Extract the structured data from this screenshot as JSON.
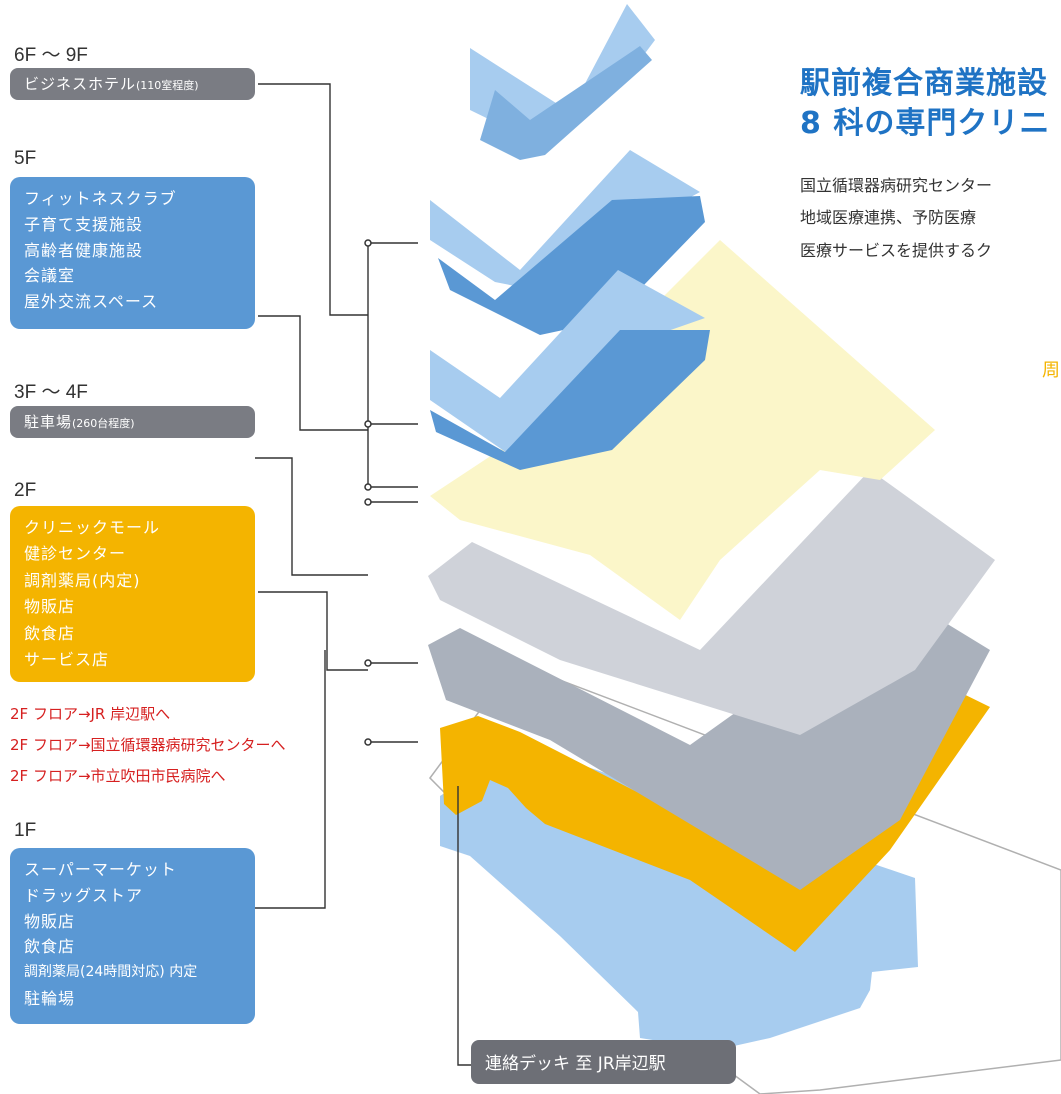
{
  "floors": [
    {
      "level": "6F ～ 9F",
      "name": "ビジネスホテル",
      "note": "(110室程度)"
    },
    {
      "level": "5F",
      "items": [
        "フィットネスクラブ",
        "子育て支援施設",
        "高齢者健康施設",
        "会議室",
        "屋外交流スペース"
      ]
    },
    {
      "level": "3F ～ 4F",
      "name": "駐車場",
      "note": "(260台程度)"
    },
    {
      "level": "2F",
      "items": [
        "クリニックモール",
        "健診センター",
        "調剤薬局(内定)",
        "物販店",
        "飲食店",
        "サービス店"
      ]
    },
    {
      "level": "1F",
      "items": [
        "スーパーマーケット",
        "ドラッグストア",
        "物販店",
        "飲食店",
        "調剤薬局(24時間対応) 内定",
        "駐輪場"
      ]
    }
  ],
  "links": [
    "2F フロア→JR 岸辺駅へ",
    "2F フロア→国立循環器病研究センターへ",
    "2F フロア→市立吹田市民病院へ"
  ],
  "heading": [
    "駅前複合商業施設",
    "8 科の専門クリニ"
  ],
  "description": [
    "国立循環器病研究センター",
    "地域医療連携、予防医療",
    "医療サービスを提供するク"
  ],
  "side_label": "周",
  "deck_label": "連絡デッキ 至 JR岸辺駅",
  "colors": {
    "blue": "#5a98d4",
    "light_blue": "#a7ccef",
    "yellow": "#f4b400",
    "cream": "#fbf6c9",
    "light_gray": "#cfd2d9",
    "gray": "#aab1bc",
    "pill_gray": "#7a7c83",
    "red": "#d62020",
    "heading_blue": "#1f73c4"
  }
}
